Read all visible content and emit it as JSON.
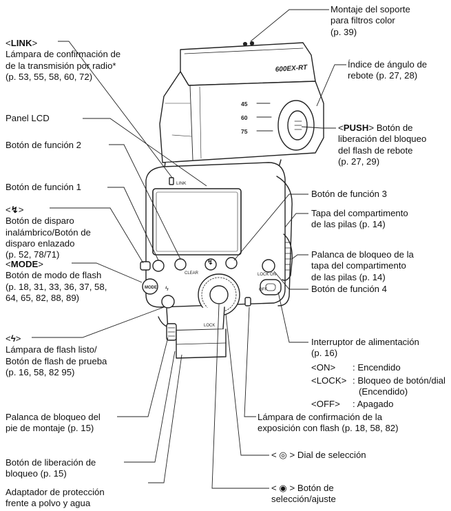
{
  "device_print": {
    "model": "600EX-RT",
    "scale_45": "45",
    "scale_60": "60",
    "scale_75": "75",
    "link": "LINK",
    "clear": "CLEAR",
    "mode": "MODE",
    "lock_on": "LOCK ON",
    "off": "OFF",
    "lock_lever": "LOCK"
  },
  "left": {
    "link_tag": "LINK",
    "link_line1": "Lámpara de confirmación de",
    "link_line2": "de la transmisión por radio*",
    "link_line3": "(p. 53, 55, 58, 60, 72)",
    "lcd": "Panel LCD",
    "fn2": "Botón de función 2",
    "fn1": "Botón de función 1",
    "wl_line1": "Botón de disparo",
    "wl_line2": "inalámbrico/Botón de",
    "wl_line3": "disparo enlazado",
    "wl_line4": "(p. 52, 78/71)",
    "mode_tag": "MODE",
    "mode_line1": "Botón de modo de flash",
    "mode_line2": "(p. 18, 31, 33, 36, 37, 58,",
    "mode_line3": "64, 65, 82, 88, 89)",
    "ready_line1": "Lámpara de flash listo/",
    "ready_line2": "Botón de flash de prueba",
    "ready_line3": "(p. 16, 58, 82 95)",
    "foot_line1": "Palanca de bloqueo del",
    "foot_line2": "pie de montaje (p. 15)",
    "release_line1": "Botón de liberación de",
    "release_line2": "bloqueo (p. 15)",
    "adapter_line1": "Adaptador de protección",
    "adapter_line2": "frente a polvo y agua"
  },
  "right": {
    "filter_line1": "Montaje del soporte",
    "filter_line2": "para filtros color",
    "filter_line3": "(p. 39)",
    "bounce_line1": "Índice de ángulo de",
    "bounce_line2": "rebote (p. 27, 28)",
    "push_tag": "PUSH",
    "push_line1": "Botón de",
    "push_line2": "liberación del bloqueo",
    "push_line3": "del flash de rebote",
    "push_line4": "(p. 27, 29)",
    "fn3": "Botón de función 3",
    "cover_line1": "Tapa del compartimento",
    "cover_line2": "de las pilas (p. 14)",
    "lever_line1": "Palanca de bloqueo de la",
    "lever_line2": "tapa del compartimento",
    "lever_line3": "de las pilas (p. 14)",
    "fn4": "Botón de función 4",
    "power_line1": "Interruptor de alimentación",
    "power_line2": "(p. 16)",
    "on_tag": "ON",
    "on_desc": ": Encendido",
    "lock_tag": "LOCK",
    "lock_desc1": ": Bloqueo de botón/dial",
    "lock_desc2": "(Encendido)",
    "off_tag": "OFF",
    "off_desc": ": Apagado",
    "confirm_line1": "Lámpara de confirmación de la",
    "confirm_line2": "exposición con flash (p. 18, 58, 82)",
    "dial": "Dial de selección",
    "set_line1": "Botón de",
    "set_line2": "selección/ajuste"
  }
}
